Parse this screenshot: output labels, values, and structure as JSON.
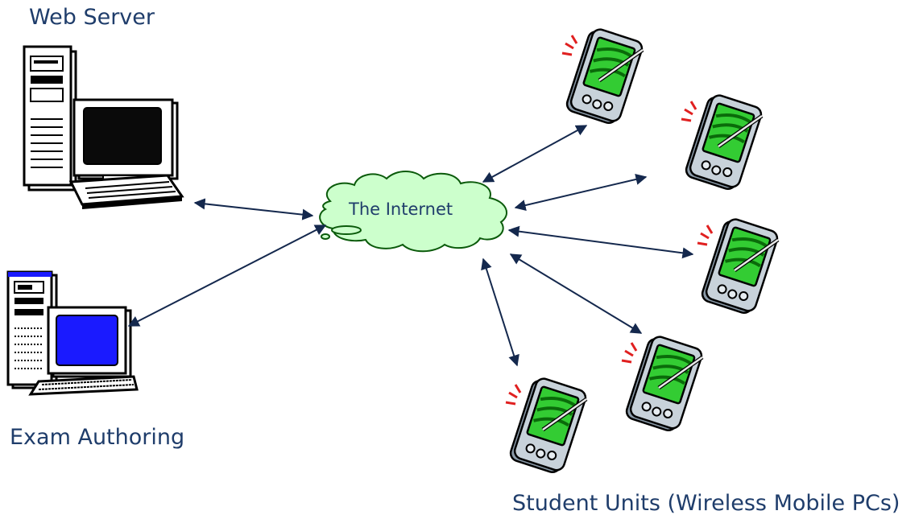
{
  "labels": {
    "web_server": "Web Server",
    "exam_authoring": "Exam Authoring",
    "internet": "The Internet",
    "student_units": "Student Units (Wireless Mobile PCs)"
  },
  "colors": {
    "text": "#1f3d6b",
    "arrow": "#14284d",
    "cloud_fill": "#ccffcc",
    "pda_screen": "#33cc33",
    "monitor_screen_authoring": "#1a1aff"
  },
  "nodes": [
    {
      "id": "web-server",
      "kind": "desktop-computer"
    },
    {
      "id": "exam-authoring",
      "kind": "desktop-computer"
    },
    {
      "id": "internet",
      "kind": "cloud"
    },
    {
      "id": "pda-1",
      "kind": "handheld"
    },
    {
      "id": "pda-2",
      "kind": "handheld"
    },
    {
      "id": "pda-3",
      "kind": "handheld"
    },
    {
      "id": "pda-4",
      "kind": "handheld"
    },
    {
      "id": "pda-5",
      "kind": "handheld"
    }
  ],
  "edges": [
    {
      "from": "web-server",
      "to": "internet",
      "style": "double-arrow"
    },
    {
      "from": "exam-authoring",
      "to": "internet",
      "style": "double-arrow"
    },
    {
      "from": "internet",
      "to": "pda-1",
      "style": "double-arrow"
    },
    {
      "from": "internet",
      "to": "pda-2",
      "style": "double-arrow"
    },
    {
      "from": "internet",
      "to": "pda-3",
      "style": "double-arrow"
    },
    {
      "from": "internet",
      "to": "pda-4",
      "style": "double-arrow"
    },
    {
      "from": "internet",
      "to": "pda-5",
      "style": "double-arrow"
    }
  ]
}
